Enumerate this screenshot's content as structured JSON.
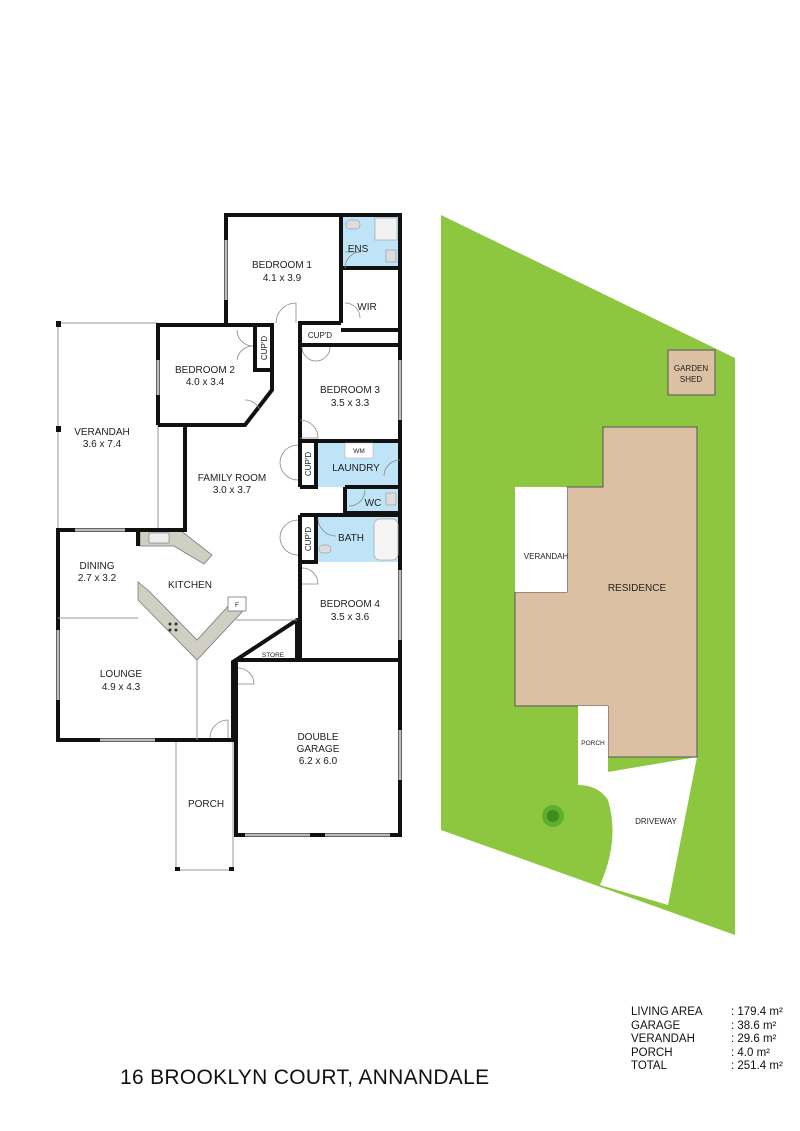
{
  "title": "16 BROOKLYN COURT, ANNANDALE",
  "colors": {
    "wet_area": "#bfe3f7",
    "lawn": "#8dc63f",
    "building": "#dcc0a3",
    "counter": "#cfcfc4",
    "walls": "#111111"
  },
  "floor_plan": {
    "rooms": {
      "bedroom1": {
        "name": "BEDROOM 1",
        "size": "4.1 x 3.9"
      },
      "ens": {
        "name": "ENS"
      },
      "wir": {
        "name": "WIR"
      },
      "bedroom2": {
        "name": "BEDROOM 2",
        "size": "4.0 x 3.4"
      },
      "bedroom3": {
        "name": "BEDROOM 3",
        "size": "3.5 x 3.3"
      },
      "verandah": {
        "name": "VERANDAH",
        "size": "3.6 x 7.4"
      },
      "family": {
        "name": "FAMILY ROOM",
        "size": "3.0 x 3.7"
      },
      "laundry": {
        "name": "LAUNDRY",
        "wm": "WM"
      },
      "wc": {
        "name": "WC"
      },
      "bath": {
        "name": "BATH"
      },
      "dining": {
        "name": "DINING",
        "size": "2.7 x 3.2"
      },
      "kitchen": {
        "name": "KITCHEN",
        "fridge": "F"
      },
      "bedroom4": {
        "name": "BEDROOM 4",
        "size": "3.5 x 3.6"
      },
      "lounge": {
        "name": "LOUNGE",
        "size": "4.9 x 4.3"
      },
      "store": {
        "name": "STORE"
      },
      "garage": {
        "name1": "DOUBLE",
        "name2": "GARAGE",
        "size": "6.2 x 6.0"
      },
      "porch": {
        "name": "PORCH"
      },
      "cupd": "CUP'D"
    }
  },
  "site_plan": {
    "garden_shed1": "GARDEN",
    "garden_shed2": "SHED",
    "verandah": "VERANDAH",
    "residence": "RESIDENCE",
    "porch": "PORCH",
    "driveway": "DRIVEWAY"
  },
  "areas": [
    {
      "label": "LIVING AREA",
      "value": ": 179.4 m²"
    },
    {
      "label": "GARAGE",
      "value": ": 38.6 m²"
    },
    {
      "label": "VERANDAH",
      "value": ": 29.6 m²"
    },
    {
      "label": "PORCH",
      "value": ": 4.0 m²"
    },
    {
      "label": "TOTAL",
      "value": ": 251.4 m²"
    }
  ]
}
